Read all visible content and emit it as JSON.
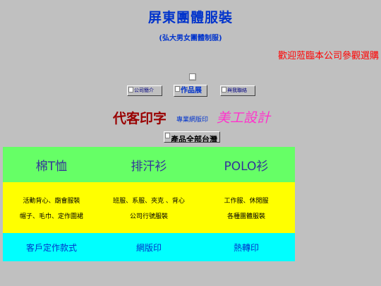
{
  "header": {
    "title": "屏東團體服裝",
    "subtitle": "(弘大男女團體制服)",
    "marquee": "歡迎蒞臨本公司參觀選購"
  },
  "nav": {
    "about_label": "公司簡介",
    "works_label": "作品展",
    "contact_label": "與我聯絡"
  },
  "promo": {
    "custom_print": "代客印字",
    "screen_print": "專業網版印",
    "design": "美工設計"
  },
  "products_button": "產品全部台灣",
  "grid": {
    "categories": [
      "棉T恤",
      "排汗衫",
      "POLO衫"
    ],
    "items_line1": [
      "活動背心、廟會服裝",
      "班服、系服、夾克 、背心",
      "工作服、休閒服"
    ],
    "items_line2": [
      "帽子、毛巾、定作圍裙",
      "公司行號服裝",
      "各種團體服裝"
    ],
    "services": [
      "客戶定作款式",
      "網版印",
      "熱轉印"
    ]
  },
  "colors": {
    "background": "#c0c0c0",
    "title_blue": "#0033cc",
    "marquee_red": "#ff0000",
    "row_green": "#66ff66",
    "row_yellow": "#ffff00",
    "row_cyan": "#00ffff",
    "promo_darkred": "#990000",
    "promo_pink": "#ff33cc"
  }
}
